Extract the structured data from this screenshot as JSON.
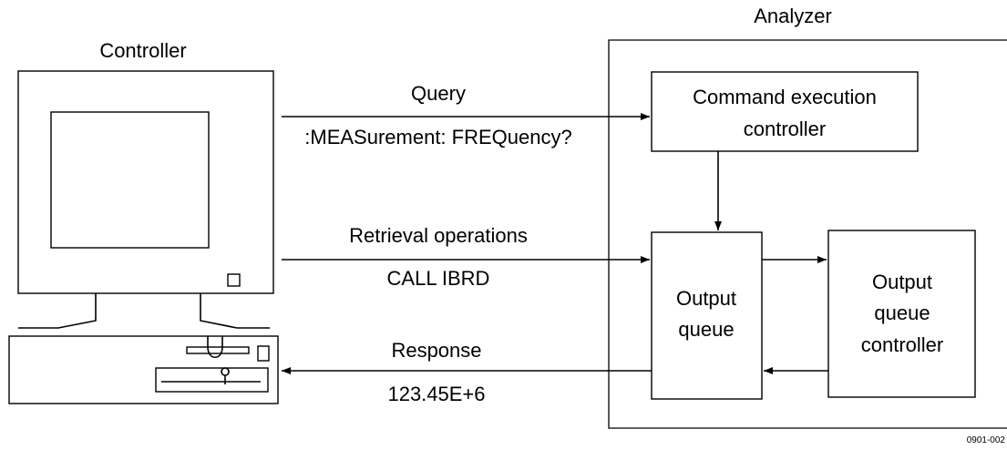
{
  "labels": {
    "controller": "Controller",
    "analyzer": "Analyzer",
    "query": "Query",
    "query_command": ":MEASurement: FREQuency?",
    "retrieval": "Retrieval operations",
    "retrieval_command": "CALL IBRD",
    "response": "Response",
    "response_value": "123.45E+6",
    "figure_id": "0901-002"
  },
  "blocks": {
    "command_execution": [
      "Command execution",
      "controller"
    ],
    "output_queue": [
      "Output",
      "queue"
    ],
    "output_queue_controller": [
      "Output",
      "queue",
      "controller"
    ]
  }
}
